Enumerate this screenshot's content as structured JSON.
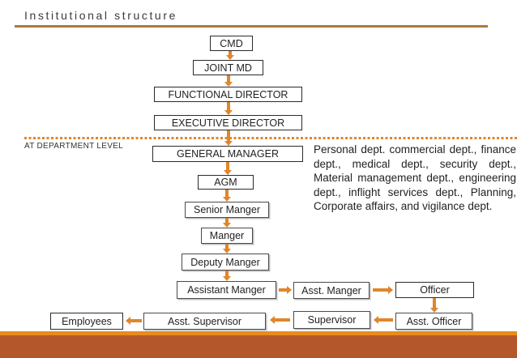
{
  "page": {
    "title": "Institutional structure"
  },
  "diagram": {
    "department_level_label": "AT DEPARTMENT LEVEL",
    "departments_note": "Personal dept. commercial dept., finance dept., medical dept., security dept., Material management dept., engineering dept., inflight services dept., Planning, Corporate affairs, and vigilance dept.",
    "nodes": {
      "cmd": "CMD",
      "joint_md": "JOINT MD",
      "functional_director": "FUNCTIONAL DIRECTOR",
      "executive_director": "EXECUTIVE DIRECTOR",
      "general_manager": "GENERAL MANAGER",
      "agm": "AGM",
      "senior_manager": "Senior Manger",
      "manager": "Manger",
      "deputy_manager": "Deputy Manger",
      "assistant_manager": "Assistant Manger",
      "asst_manager": "Asst. Manger",
      "officer": "Officer",
      "asst_officer": "Asst. Officer",
      "supervisor": "Supervisor",
      "asst_supervisor": "Asst. Supervisor",
      "employees": "Employees"
    },
    "hierarchy_order": [
      "CMD",
      "JOINT MD",
      "FUNCTIONAL DIRECTOR",
      "EXECUTIVE DIRECTOR",
      "GENERAL MANAGER",
      "AGM",
      "Senior Manger",
      "Manger",
      "Deputy Manger",
      "Assistant Manger",
      "Asst. Manger",
      "Officer",
      "Asst. Officer",
      "Supervisor",
      "Asst. Supervisor",
      "Employees"
    ]
  },
  "colors": {
    "arrow": "#e0862b",
    "title_underline": "#a87c3e",
    "dotted_divider": "#e0862b",
    "footer_stripe": "#e98b1e",
    "footer_band": "#b4572b",
    "box_border": "#2b2b2b",
    "background": "#ffffff"
  }
}
